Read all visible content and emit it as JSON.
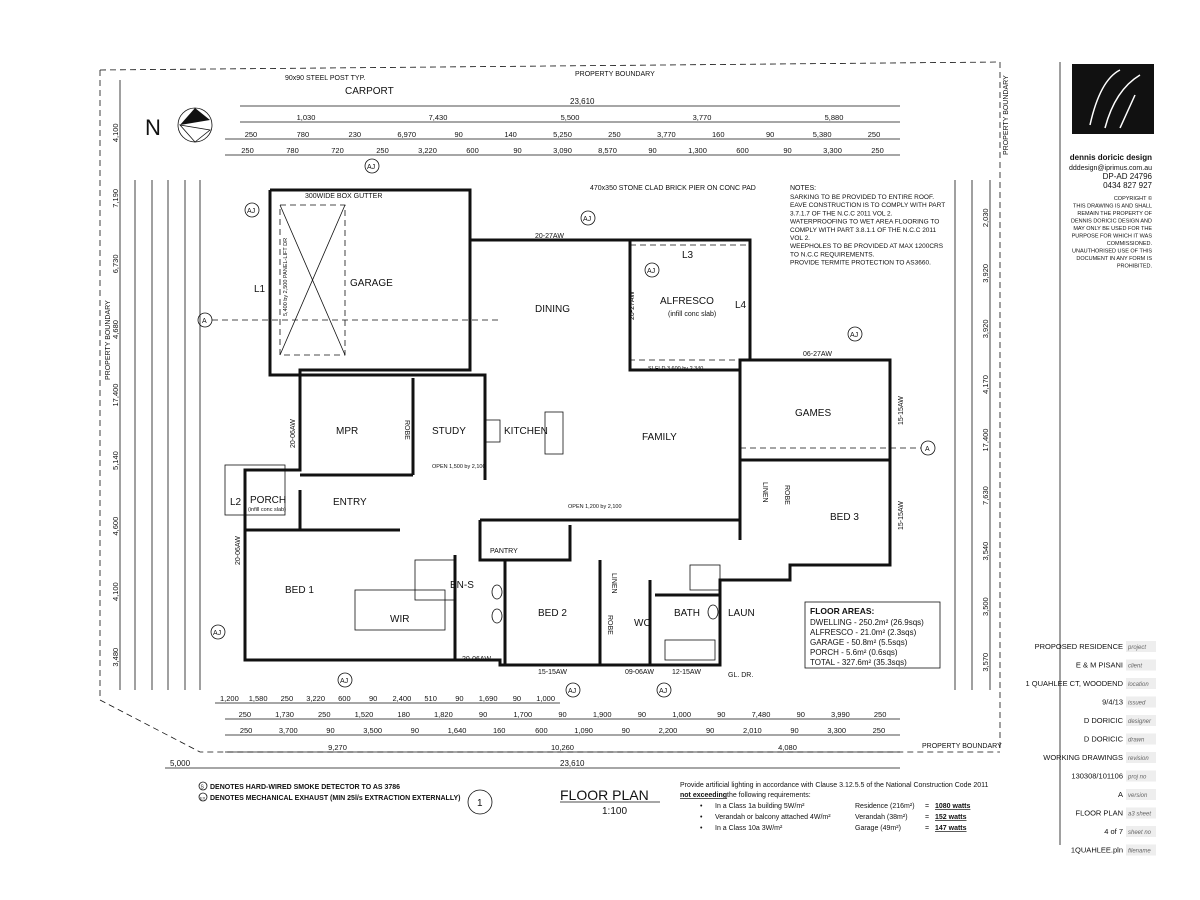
{
  "plan": {
    "carport": "CARPORT",
    "steel_post": "90x90 STEEL POST TYP.",
    "box_gutter": "300WIDE BOX GUTTER",
    "stone_pier": "470x350 STONE CLAD BRICK PIER ON CONC PAD",
    "property_boundary": "PROPERTY BOUNDARY",
    "rooms": {
      "garage": "GARAGE",
      "dining": "DINING",
      "alfresco": "ALFRESCO",
      "alfresco_note": "(infill conc slab)",
      "mpr": "MPR",
      "study": "STUDY",
      "kitchen": "KITCHEN",
      "family": "FAMILY",
      "games": "GAMES",
      "entry": "ENTRY",
      "porch": "PORCH",
      "porch_note": "(infill conc slab)",
      "bed1": "BED 1",
      "wir": "WIR",
      "ens": "EN-S",
      "pantry": "PANTRY",
      "bed2": "BED 2",
      "bath": "BATH",
      "laun": "LAUN",
      "wc": "WC",
      "bed3": "BED 3",
      "robe": "ROBE",
      "linen": "LINEN"
    },
    "labels": {
      "l1": "L1",
      "l2": "L2",
      "l3": "L3",
      "l4": "L4",
      "aj": "AJ",
      "a": "A",
      "gl_dr": "GL. DR.",
      "panel_door": "5,400 by 2,500 PANEL-LIFT DR",
      "open1": "OPEN 1,500 by 2,100",
      "open2": "OPEN 1,200 by 2,100",
      "slider": "SI-FLD 3,600 by 2,340"
    },
    "dims_top": {
      "overall": "23,610",
      "row1": [
        "1,030",
        "7,430",
        "5,500",
        "3,770",
        "5,880"
      ],
      "row2": [
        "250",
        "780",
        "230",
        "6,970",
        "90",
        "140",
        "5,250",
        "250",
        "3,770",
        "160",
        "90",
        "5,380",
        "250"
      ],
      "row3": [
        "250",
        "780",
        "720",
        "250",
        "3,220",
        "600",
        "90",
        "3,090",
        "8,570",
        "90",
        "1,300",
        "600",
        "90",
        "3,300",
        "250"
      ]
    },
    "dims_bottom": {
      "row1": [
        "1,200",
        "1,580",
        "250",
        "3,220",
        "600",
        "90",
        "2,400",
        "510",
        "90",
        "1,690",
        "90",
        "1,000"
      ],
      "row2": [
        "250",
        "1,730",
        "250",
        "1,520",
        "180",
        "1,820",
        "90",
        "1,700",
        "90",
        "1,900",
        "90",
        "1,000",
        "90",
        "7,480",
        "90",
        "3,990",
        "250"
      ],
      "row3": [
        "250",
        "3,700",
        "90",
        "3,500",
        "90",
        "1,640",
        "160",
        "600",
        "1,090",
        "90",
        "2,200",
        "90",
        "2,010",
        "90",
        "3,300",
        "250"
      ],
      "row4": [
        "9,270",
        "10,260",
        "4,080"
      ],
      "overall": "23,610",
      "left": "5,000"
    },
    "dims_left": [
      "4,100",
      "7,190",
      "6,730",
      "4,680",
      "17,400",
      "5,140",
      "4,600",
      "4,100",
      "3,480"
    ],
    "dims_right": [
      "2,030",
      "3,920",
      "3,920",
      "4,170",
      "17,400",
      "7,630",
      "3,540",
      "3,500",
      "3,570"
    ],
    "windows": [
      "20-27AW",
      "20-27AW",
      "06-27AW",
      "15-15AW",
      "15-15AW",
      "20-06AW",
      "20-06AW",
      "15-15AW",
      "09-06AW",
      "12-15AW",
      "20-06AW"
    ],
    "notes_title": "NOTES:",
    "notes": [
      "SARKING TO BE PROVIDED TO ENTIRE ROOF.",
      "EAVE CONSTRUCTION IS TO COMPLY WITH PART",
      "3.7.1.7 OF THE N.C.C 2011 VOL 2.",
      "WATERPROOFING TO WET AREA FLOORING TO",
      "COMPLY WITH PART 3.8.1.1 OF THE N.C.C 2011",
      "VOL 2.",
      "WEEPHOLES TO BE PROVIDED AT MAX 1200CRS",
      "TO N.C.C REQUIREMENTS.",
      "PROVIDE TERMITE PROTECTION TO AS3660."
    ],
    "floor_areas": {
      "title": "FLOOR AREAS:",
      "lines": [
        "DWELLING - 250.2m² (26.9sqs)",
        "ALFRESCO - 21.0m² (2.3sqs)",
        "GARAGE - 50.8m² (5.5sqs)",
        "PORCH - 5.6m² (0.6sqs)",
        "TOTAL - 327.6m² (35.3sqs)"
      ]
    }
  },
  "legend": {
    "smoke": "DENOTES HARD-WIRED SMOKE DETECTOR TO AS 3786",
    "exhaust": "DENOTES MECHANICAL EXHAUST (MIN 25l/s EXTRACTION EXTERNALLY)",
    "smoke_symbol": "S",
    "exhaust_symbol": "EX"
  },
  "title": {
    "number": "1",
    "name": "FLOOR PLAN",
    "scale": "1:100"
  },
  "lighting": {
    "intro": "Provide artificial lighting in accordance with Clause 3.12.5.5 of the National Construction Code 2011",
    "not_exceeding": "not exceeding",
    "intro2": "the following requirements:",
    "rows": [
      {
        "req": "In a Class 1a building 5W/m²",
        "area": "Residence (216m²)",
        "eq": "=",
        "watts": "1080 watts"
      },
      {
        "req": "Verandah or balcony attached 4W/m²",
        "area": "Verandah (38m²)",
        "eq": "=",
        "watts": "152 watts"
      },
      {
        "req": "In a Class 10a 3W/m²",
        "area": "Garage (49m²)",
        "eq": "=",
        "watts": "147 watts"
      }
    ]
  },
  "titleblock": {
    "firm": "dennis doricic design",
    "email": "dddesign@iprimus.com.au",
    "reg": "DP-AD 24796",
    "phone": "0434 827 927",
    "copyright": [
      "COPYRIGHT ©",
      "THIS DRAWING IS AND SHALL",
      "REMAIN THE PROPERTY OF",
      "DENNIS DORICIC DESIGN AND",
      "MAY ONLY BE USED FOR THE",
      "PURPOSE FOR WHICH IT WAS",
      "COMMISSIONED.",
      "UNAUTHORISED USE OF THIS",
      "DOCUMENT IN ANY FORM IS",
      "PROHIBITED."
    ],
    "fields": [
      {
        "value": "PROPOSED RESIDENCE",
        "key": "project"
      },
      {
        "value": "E & M PISANI",
        "key": "client"
      },
      {
        "value": "1 QUAHLEE CT, WOODEND",
        "key": "location"
      },
      {
        "value": "9/4/13",
        "key": "issued"
      },
      {
        "value": "D DORICIC",
        "key": "designer"
      },
      {
        "value": "D DORICIC",
        "key": "drawn"
      },
      {
        "value": "WORKING DRAWINGS",
        "key": "revision"
      },
      {
        "value": "130308/101106",
        "key": "proj no"
      },
      {
        "value": "A",
        "key": "version"
      },
      {
        "value": "FLOOR PLAN",
        "key": "a3 sheet"
      },
      {
        "value": "4 of 7",
        "key": "sheet no"
      },
      {
        "value": "1QUAHLEE.pln",
        "key": "filename"
      }
    ]
  }
}
